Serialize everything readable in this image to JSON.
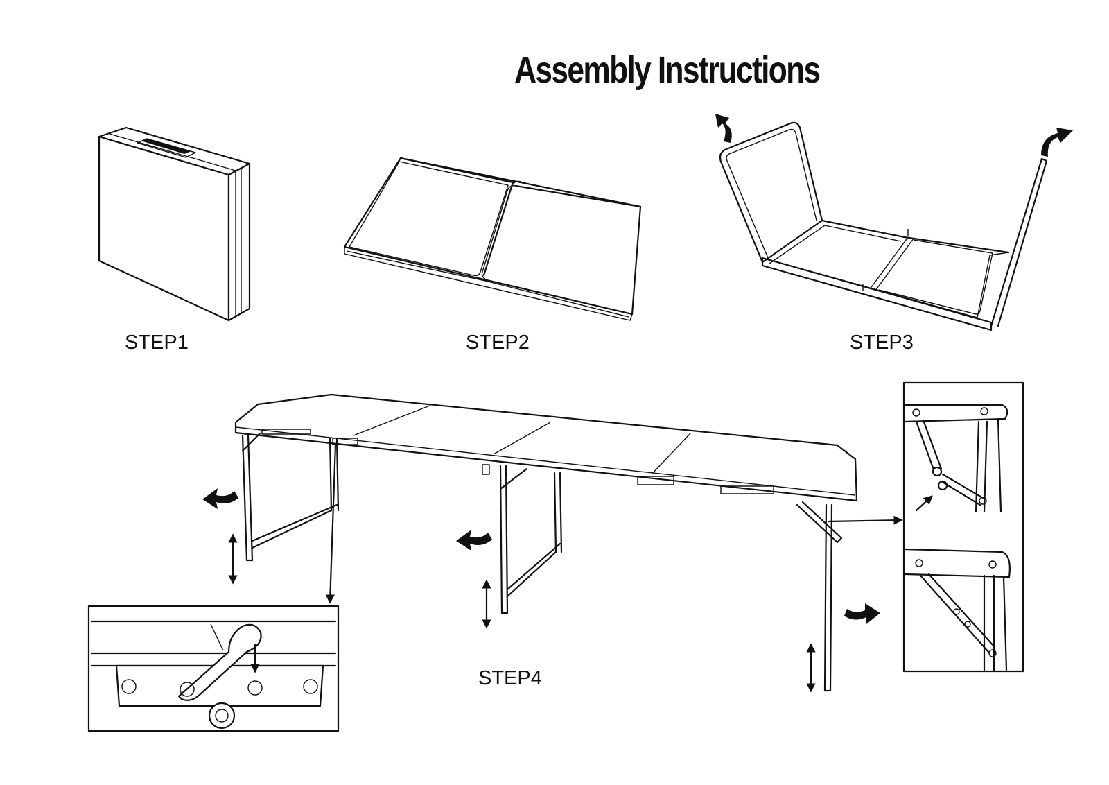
{
  "title": "Assembly Instructions",
  "steps": [
    {
      "label": "STEP1"
    },
    {
      "label": "STEP2"
    },
    {
      "label": "STEP3"
    },
    {
      "label": "STEP4"
    }
  ],
  "colors": {
    "ink": "#111111",
    "background": "#ffffff"
  },
  "icons": [
    "curved-arrow-icon",
    "double-arrow-icon",
    "arrow-icon"
  ]
}
